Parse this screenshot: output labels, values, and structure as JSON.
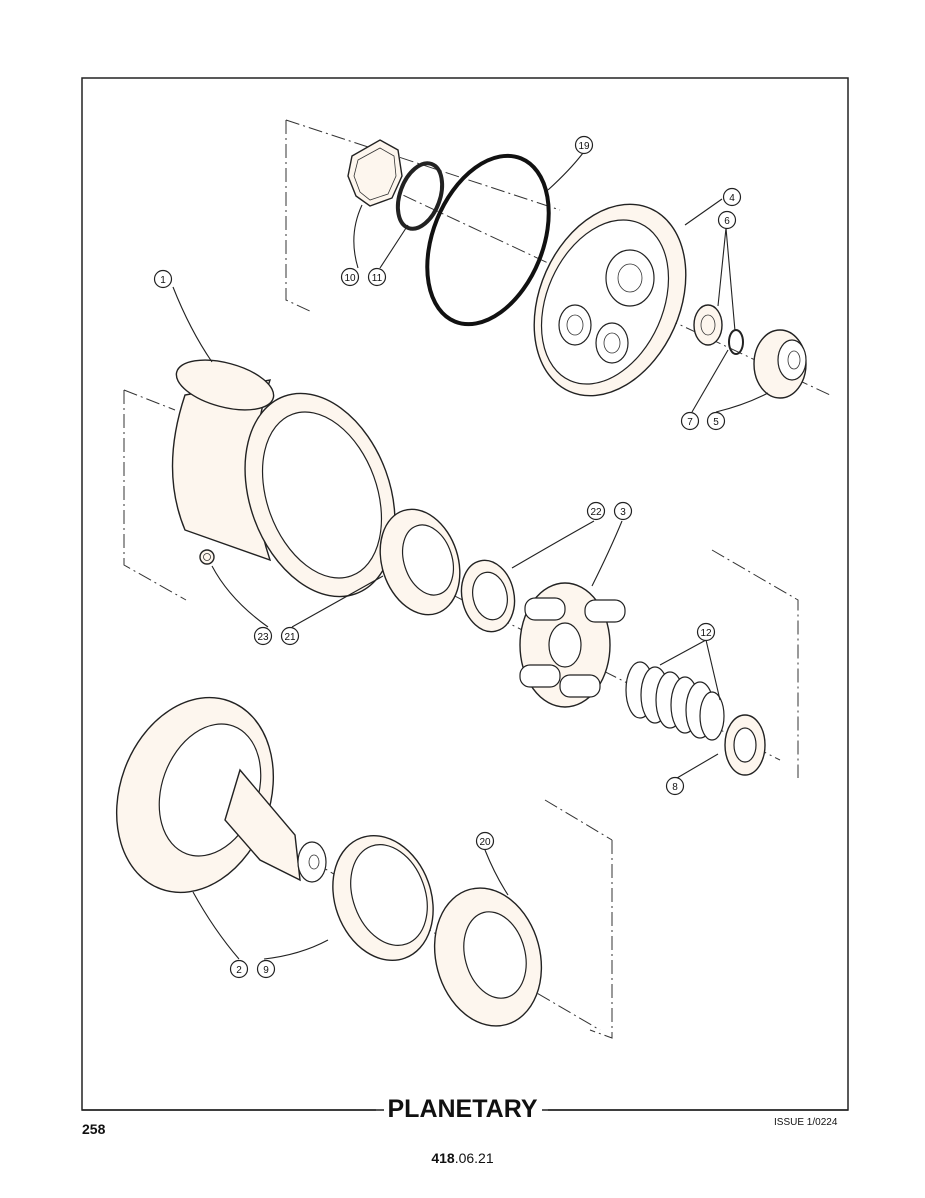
{
  "title": "PLANETARY",
  "page_number": "258",
  "issue": "ISSUE 1/0224",
  "doc_number": {
    "bold": "418",
    "rest": ".06.21"
  },
  "callouts": [
    "1",
    "2",
    "3",
    "4",
    "5",
    "6",
    "7",
    "8",
    "9",
    "10",
    "11",
    "12",
    "19",
    "20",
    "21",
    "22",
    "23"
  ]
}
